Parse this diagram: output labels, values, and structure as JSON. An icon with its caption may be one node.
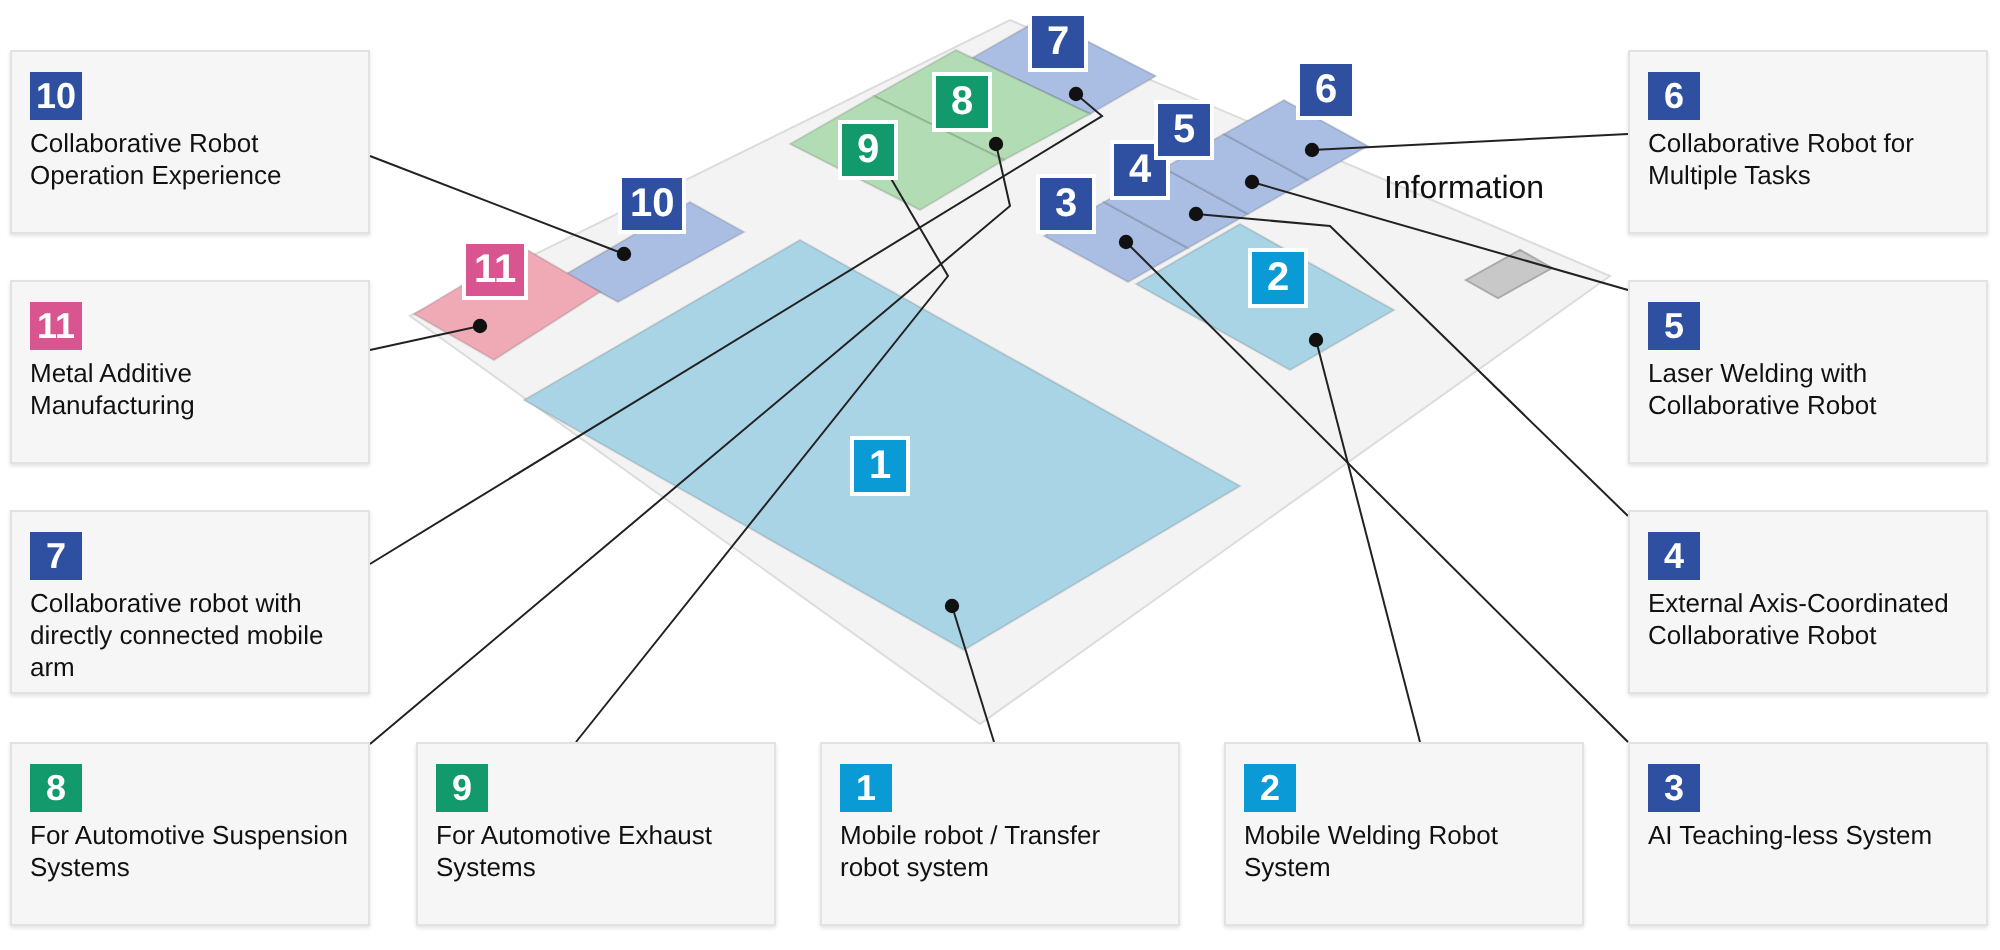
{
  "diagram": {
    "nodes": [
      {
        "text": [],
        "shape": "box"
      },
      {
        "text": [
          "1"
        ],
        "in": 0
      },
      {
        "text": [
          "2"
        ],
        "in": 0
      },
      {
        "text": [
          "3"
        ],
        "in": 0
      },
      {
        "text": [
          "4"
        ],
        "in": 0
      },
      {
        "text": [
          "5"
        ],
        "in": 0
      },
      {
        "text": [
          "6"
        ],
        "in": 0
      },
      {
        "text": [
          "7"
        ],
        "in": 0
      },
      {
        "text": [
          "8"
        ],
        "in": 0
      },
      {
        "text": [
          "9"
        ],
        "in": 0
      },
      {
        "text": [
          "10"
        ],
        "in": 0
      },
      {
        "text": [
          "11"
        ],
        "in": 0
      },
      {
        "text": [
          "1",
          "Mobile robot / Transfer robot system"
        ]
      },
      {
        "text": [
          "2",
          "Mobile Welding Robot System"
        ]
      },
      {
        "text": [
          "3",
          "AI Teaching-less System"
        ]
      },
      {
        "text": [
          "4",
          "External Axis-Coordinated Collaborative Robot"
        ]
      },
      {
        "text": [
          "5",
          "Laser Welding with Collaborative Robot"
        ]
      },
      {
        "text": [
          "6",
          "Collaborative Robot for Multiple Tasks"
        ]
      },
      {
        "text": [
          "7",
          "Collaborative robot with directly connected mobile arm"
        ]
      },
      {
        "text": [
          "8",
          "For Automotive Suspension Systems"
        ]
      },
      {
        "text": [
          "9",
          "For Automotive Exhaust Systems"
        ]
      },
      {
        "text": [
          "10",
          "Collaborative Robot Operation Experience"
        ]
      },
      {
        "text": [
          "11",
          "Metal Additive Manufacturing"
        ]
      }
    ],
    "edges": [
      {
        "from": 12,
        "to": 1,
        "arrow": "other"
      },
      {
        "from": 13,
        "to": 2,
        "arrow": "other"
      },
      {
        "from": 14,
        "to": 3,
        "arrow": "other"
      },
      {
        "from": 15,
        "to": 4,
        "arrow": "other"
      },
      {
        "from": 16,
        "to": 5,
        "arrow": "other"
      },
      {
        "from": 17,
        "to": 6,
        "arrow": "other"
      },
      {
        "from": 18,
        "to": 7,
        "arrow": "other"
      },
      {
        "from": 19,
        "to": 8,
        "arrow": "other"
      },
      {
        "from": 20,
        "to": 9,
        "arrow": "other"
      },
      {
        "from": 21,
        "to": 10,
        "arrow": "other"
      },
      {
        "from": 22,
        "to": 11,
        "arrow": "other"
      }
    ],
    "labels": [
      "Information"
    ]
  }
}
